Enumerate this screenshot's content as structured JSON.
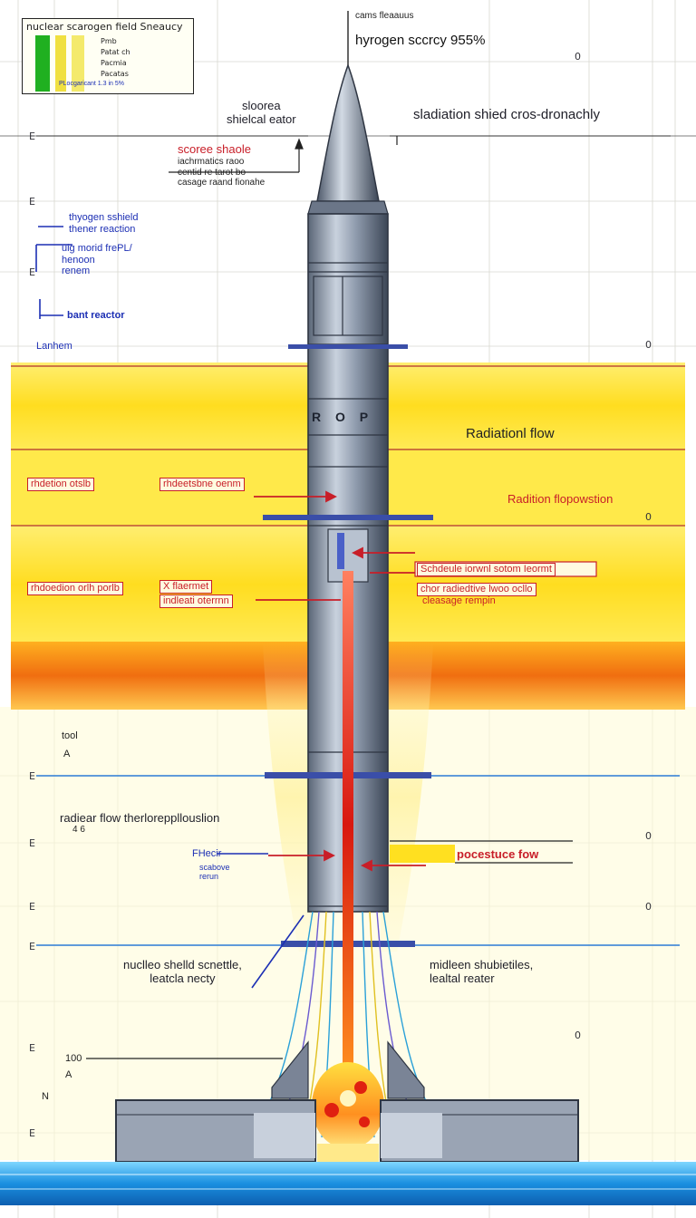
{
  "legend": {
    "title": "nuclear scarogen field Sneaucy",
    "rows": [
      "Pmb",
      "Patat ch",
      "Pacmia",
      "Pacatas"
    ],
    "footer": "PLocgaricant 1.3 in 5%"
  },
  "top": {
    "caption_small": "cams fleaauus",
    "caption_main": "hyrogen sccrcy 955%"
  },
  "labels": {
    "shield_left_title": "sloorea\nshielcal eator",
    "shield_right_title": "sladiation shied cros-dronachly",
    "score_shade": "scoree shaole",
    "score_sub": "iachrmatics raoo\ncentid re tarot bo\ncasage raand fionahe",
    "hydrogen_shield": "thyogen sshield\nthener reaction",
    "big_model": "uig morid frePL/\nhenoon\nrenem",
    "land_reactor": "bant reactor",
    "lanthem": "Lanhem",
    "radiation_flow": "Radiationl flow",
    "radiation_prop": "Radition flopowstion",
    "mid_left_1": "rhdetion otslb",
    "mid_left_2": "rhdeetsbne oenm",
    "scheate": "Schdeule iorwnl sotom Ieormt",
    "chor_radiative": "chor radiedtive lwoo ocllo",
    "cleasage": "cleasage rempin",
    "left_3": "rhdoedion orlh porlb",
    "x_thermo": "X flaermet",
    "indleal": "indleati oterrnn",
    "nuclear_flow": "radiear flow therloreppllouslion",
    "flow_blue_1": "FHecir",
    "flow_blue_2": "scabove\nrerun",
    "pressure_flow": "pocestuce fow",
    "nuclear_shield_bottom": "nuclleo shelld scnettle,\nleatcla necty",
    "midleen": "midleen shubietiles,\nlealtal reater"
  },
  "left_ticks": [
    "E",
    "E",
    "E",
    "E",
    "E",
    "E",
    "E",
    "E",
    "E"
  ],
  "right_ticks": [
    "0",
    "0",
    "0",
    "0",
    "0",
    "0"
  ],
  "misc": {
    "tol": "tool",
    "a_marker": "A",
    "n_marker": "N",
    "note_100": "100",
    "note_96": "4 6",
    "fuel_marks": "R O  P"
  },
  "colors": {
    "yellow_band": "#ffe640",
    "orange_band": "#f07818",
    "rocket_body": "#8c98aa",
    "rocket_dark": "#4a5566",
    "flame_red": "#d82018",
    "water": "#1aa0e0",
    "annotation_red": "#c81e28",
    "annotation_blue": "#1c2fb4"
  }
}
